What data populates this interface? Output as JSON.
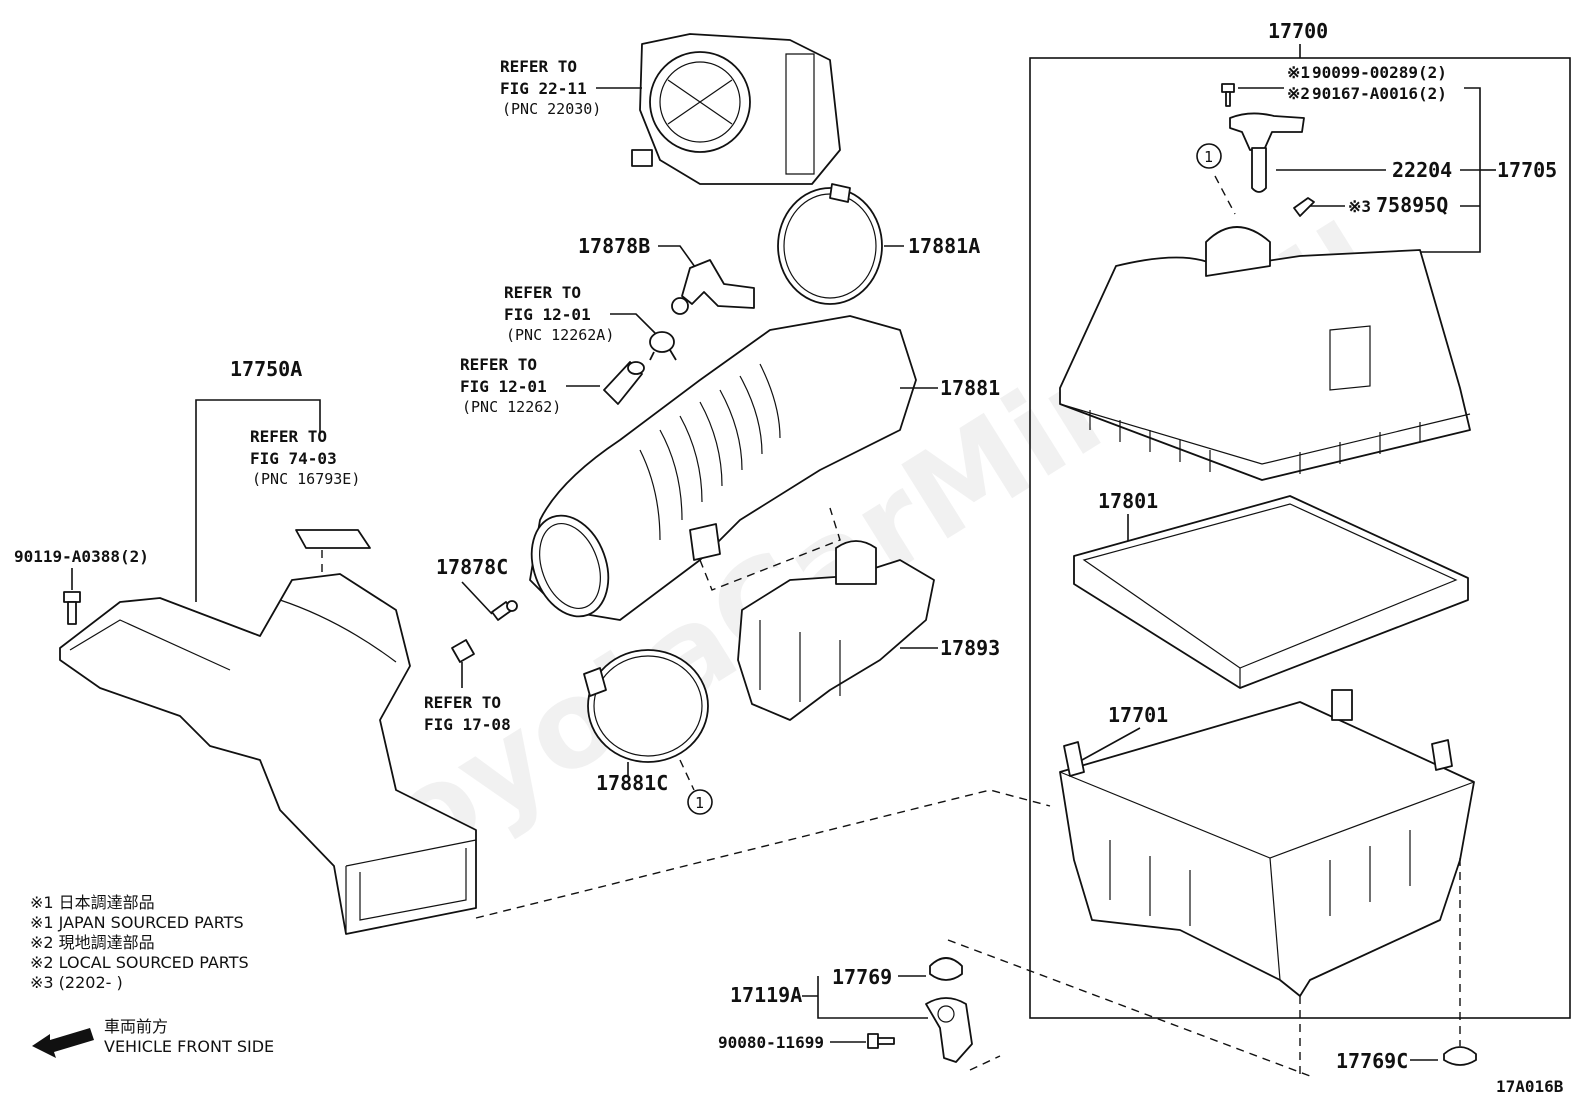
{
  "labels": {
    "p17700": "17700",
    "p17705": "17705",
    "p22204": "22204",
    "p75895q": "75895Q",
    "p90099": "90099-00289(2)",
    "p90167": "90167-A0016(2)",
    "p17801": "17801",
    "p17701": "17701",
    "p17881a": "17881A",
    "p17878b": "17878B",
    "p17881": "17881",
    "p17893": "17893",
    "p17878c": "17878C",
    "p17881c": "17881C",
    "p17750a": "17750A",
    "p90119": "90119-A0388(2)",
    "p17769": "17769",
    "p17119a": "17119A",
    "p90080": "90080-11699",
    "p17769c": "17769C",
    "diagram_code": "17A016B",
    "circle1": "1",
    "mark1": "※1",
    "mark2": "※2",
    "mark3": "※3"
  },
  "refs": {
    "r1_l1": "REFER TO",
    "r1_l2": "FIG 22-11",
    "r1_l3": "(PNC 22030)",
    "r2_l1": "REFER TO",
    "r2_l2": "FIG 12-01",
    "r2_l3": "(PNC 12262A)",
    "r3_l1": "REFER TO",
    "r3_l2": "FIG 12-01",
    "r3_l3": "(PNC 12262)",
    "r4_l1": "REFER TO",
    "r4_l2": "FIG 74-03",
    "r4_l3": "(PNC 16793E)",
    "r5_l1": "REFER TO",
    "r5_l2": "FIG 17-08"
  },
  "legend": {
    "l1": "※1  日本調達部品",
    "l2": "※1  JAPAN SOURCED PARTS",
    "l3": "※2  現地調達部品",
    "l4": "※2  LOCAL SOURCED PARTS",
    "l5": "※3 (2202-      )",
    "front_jp": "車両前方",
    "front_en": "VEHICLE FRONT SIDE"
  }
}
